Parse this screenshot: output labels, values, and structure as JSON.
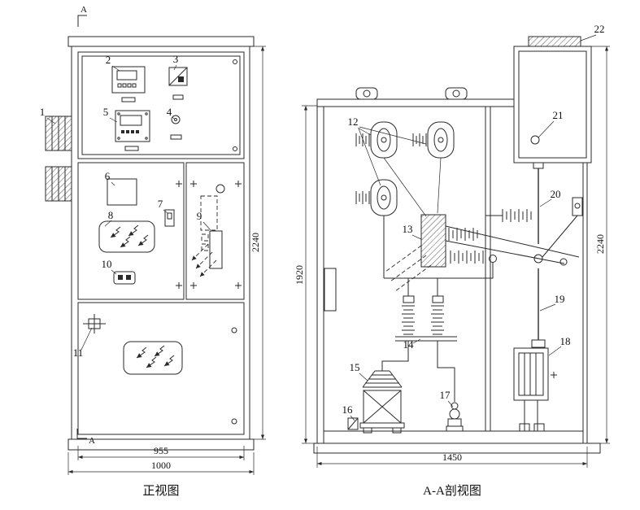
{
  "drawing": {
    "front_view": {
      "title": "正视图",
      "dim_inner_width": "955",
      "dim_outer_width": "1000",
      "dim_height": "2240",
      "section_marker": "A"
    },
    "section_view": {
      "title": "A-A剖视图",
      "dim_width": "1450",
      "dim_height_inner": "1920",
      "dim_height_outer": "2240"
    },
    "callouts": {
      "1": "1",
      "2": "2",
      "3": "3",
      "4": "4",
      "5": "5",
      "6": "6",
      "7": "7",
      "8": "8",
      "9": "9",
      "10": "10",
      "11": "11",
      "12": "12",
      "13": "13",
      "14": "14",
      "15": "15",
      "16": "16",
      "17": "17",
      "18": "18",
      "19": "19",
      "20": "20",
      "21": "21",
      "22": "22"
    }
  }
}
